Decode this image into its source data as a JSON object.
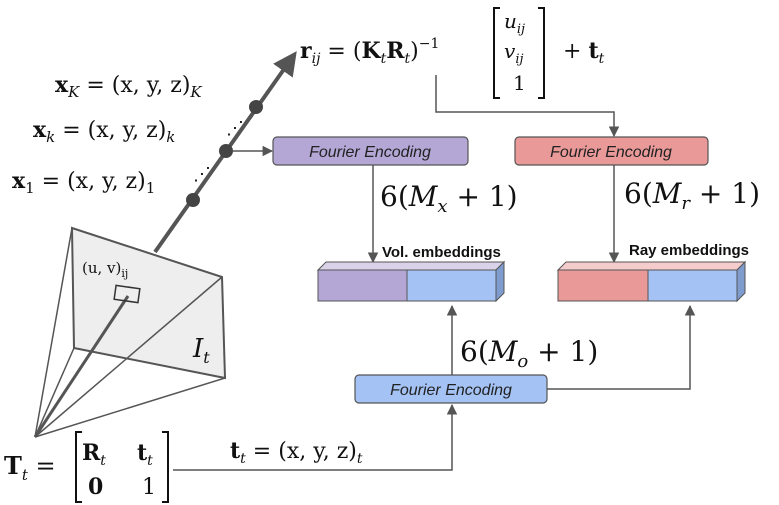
{
  "colors": {
    "purple": "#b4a7d6",
    "red": "#ea9999",
    "blue": "#a4c2f4",
    "line": "#555555",
    "camera_fill": "#eeeeee"
  },
  "ray": {
    "r_lhs": "r",
    "r_sub": "ij",
    "r_eq": " = (",
    "K": "K",
    "K_sub": "t",
    "R": "R",
    "R_sub": "t",
    "inv_close": ")",
    "inv_exp": "−1",
    "vec_u": "u",
    "vec_u_sub": "ij",
    "vec_v": "v",
    "vec_v_sub": "ij",
    "vec_1": "1",
    "plus": "+ ",
    "t": "t",
    "t_sub": "t"
  },
  "points": {
    "xK_bold": "x",
    "xK_sub": "K",
    "xK_rhs": " = (x, y, z)",
    "xK_rhs_sub": "K",
    "xk_bold": "x",
    "xk_sub": "k",
    "xk_rhs": " = (x, y, z)",
    "xk_rhs_sub": "k",
    "x1_bold": "x",
    "x1_sub": "1",
    "x1_rhs": " = (x, y, z)",
    "x1_rhs_sub": "1",
    "dots": "⋰"
  },
  "camera": {
    "pixel_label": "(u, v)",
    "pixel_sub": "ij",
    "image_label": "I",
    "image_sub": "t"
  },
  "pose": {
    "T": "T",
    "T_sub": "t",
    "eq": " =",
    "R": "R",
    "R_sub": "t",
    "t": "t",
    "t_sub": "t",
    "zero": "0",
    "one": "1",
    "trans_t": "t",
    "trans_t_sub": "t",
    "trans_rhs": " = (x, y, z)",
    "trans_rhs_sub": "t"
  },
  "encoders": {
    "vol_label": "Fourier Encoding",
    "ray_label": "Fourier Encoding",
    "origin_label": "Fourier Encoding",
    "vol_dim": "6(",
    "vol_dim_M": "M",
    "vol_dim_sub": "x",
    "vol_dim_tail": " + 1)",
    "ray_dim": "6(",
    "ray_dim_M": "M",
    "ray_dim_sub": "r",
    "ray_dim_tail": " + 1)",
    "origin_dim": "6(",
    "origin_dim_M": "M",
    "origin_dim_sub": "o",
    "origin_dim_tail": " + 1)"
  },
  "embeddings": {
    "vol_label": "Vol. embeddings",
    "ray_label": "Ray embeddings"
  }
}
